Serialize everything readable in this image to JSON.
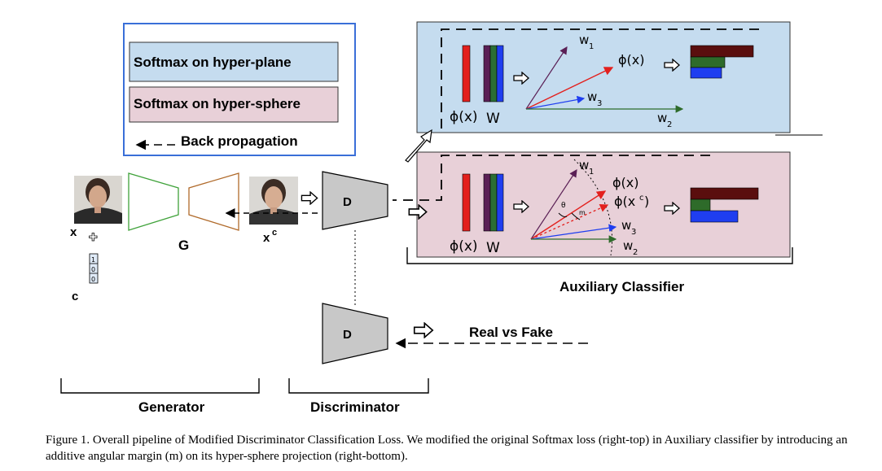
{
  "legend": {
    "plane_label": "Softmax on hyper-plane",
    "sphere_label": "Softmax on hyper-sphere",
    "backprop_label": "Back propagation",
    "plane_color": "#c5dcef",
    "sphere_color": "#e8d0d8"
  },
  "inputs": {
    "x_label": "x",
    "plus_symbol": "✚",
    "c_label": "c",
    "c_vector": [
      "1",
      "0",
      "0"
    ],
    "g_label": "G",
    "xc_label": "x",
    "xc_sup": "c"
  },
  "discriminator": {
    "d_top_label": "D",
    "d_bottom_label": "D",
    "real_fake_label": "Real vs Fake"
  },
  "top_panel": {
    "phi_label": "ϕ(x)",
    "w_label": "W",
    "w1": "w",
    "w1_sub": "1",
    "phi_vec": "ϕ(x)",
    "w3": "w",
    "w3_sub": "3",
    "w2": "w",
    "w2_sub": "2"
  },
  "bottom_panel": {
    "phi_label": "ϕ(x)",
    "w_label": "W",
    "w1": "w",
    "w1_sub": "1",
    "phi_vec": "ϕ(x)",
    "phi_xc": "ϕ(x",
    "phi_xc_sup": "c",
    "phi_xc_end": ")",
    "theta": "θ",
    "m": "m",
    "w3": "w",
    "w3_sub": "3",
    "w2": "w",
    "w2_sub": "2"
  },
  "bracket_labels": {
    "auxiliary": "Auxiliary Classifier",
    "generator": "Generator",
    "discriminator": "Discriminator"
  },
  "caption": "Figure 1. Overall pipeline of Modified Discriminator Classification Loss. We modified the original Softmax loss (right-top) in Auxiliary classifier by introducing an additive angular margin (m) on its hyper-sphere projection (right-bottom).",
  "colors": {
    "red": "#e3201d",
    "dark_red": "#5a0e0e",
    "green": "#2e6b2a",
    "blue": "#1f3ef0",
    "purple": "#5a1f55",
    "dgreen": "#2b6e34",
    "gray_d": "#c8c8c8"
  },
  "icons": [
    "face-photo-x",
    "face-photo-xc",
    "hollow-arrow"
  ]
}
